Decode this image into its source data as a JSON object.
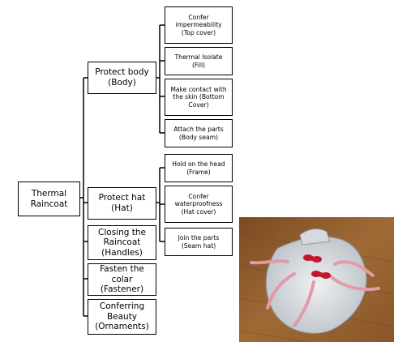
{
  "root": {
    "label": "Thermal\nRaincoat"
  },
  "level1": [
    {
      "label": "Protect body\n(Body)"
    },
    {
      "label": "Protect hat\n(Hat)"
    },
    {
      "label": "Closing the\nRaincoat\n(Handles)"
    },
    {
      "label": "Fasten the colar\n(Fastener)"
    },
    {
      "label": "Conferring\nBeauty\n(Ornaments)"
    }
  ],
  "body_parts": [
    {
      "label": "Confer\nimpermeability\n(Top cover)"
    },
    {
      "label": "Thermal Isolate\n(Fill)"
    },
    {
      "label": "Make contact with\nthe skin (Bottom\nCover)"
    },
    {
      "label": "Attach the parts\n(Body seam)"
    }
  ],
  "hat_parts": [
    {
      "label": "Hold on the head\n(Frame)"
    },
    {
      "label": "Confer\nwaterproofness\n(Hat cover)"
    },
    {
      "label": "Join the parts\n(Seam hat)"
    }
  ],
  "photo": {
    "subject": "raincoat-product-photo"
  },
  "colors": {
    "line": "#000000",
    "box_fill": "#ffffff"
  }
}
